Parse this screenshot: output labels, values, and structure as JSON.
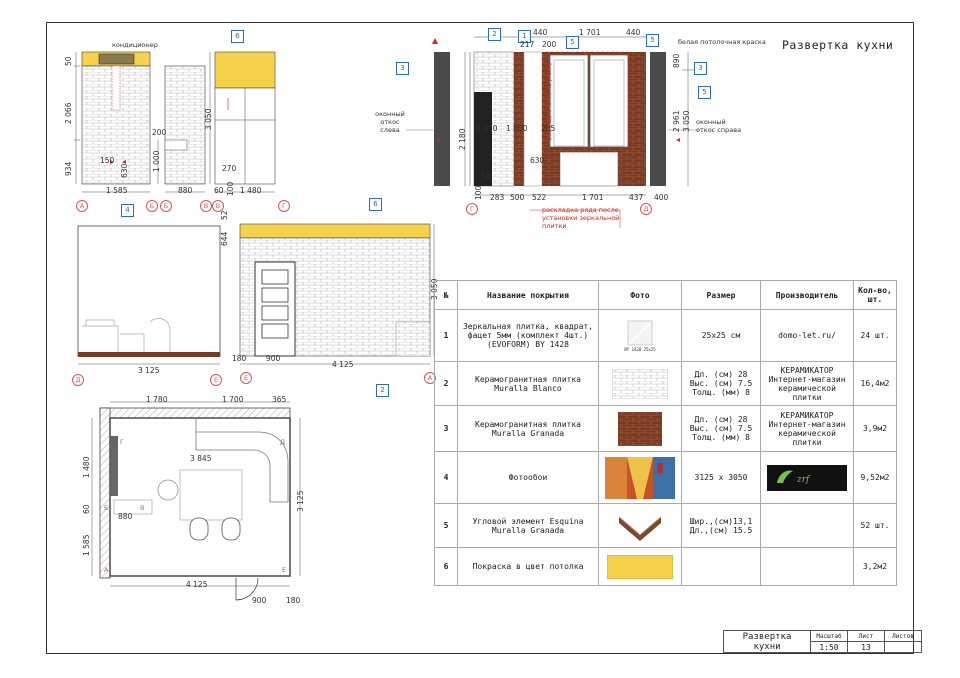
{
  "sheet": {
    "title": "Развертка кухни",
    "title_block": {
      "name": "Развертка кухни",
      "scale_label": "Масштаб",
      "sheet_label": "Лист",
      "sheets_label": "Листов",
      "scale": "1:50",
      "sheet_no": "13"
    }
  },
  "elevation_a_b": {
    "label_ac": "кондиционер",
    "tag": "6",
    "dims": [
      "50",
      "2 066",
      "934",
      "150",
      "630",
      "1 000",
      "200",
      "1 585",
      "880"
    ],
    "axes": [
      "А",
      "Б",
      "Б",
      "В"
    ]
  },
  "elevation_b_g": {
    "tag": "6",
    "dims": [
      "3 050",
      "270",
      "100",
      "60",
      "1 480"
    ],
    "axes": [
      "В",
      "Г"
    ]
  },
  "elevation_g_d": {
    "tags": [
      "2",
      "1",
      "3",
      "5",
      "5",
      "3",
      "5"
    ],
    "dims_top": [
      "440",
      "1 701",
      "440",
      "217",
      "200"
    ],
    "dims_left": [
      "2 180",
      "1 450",
      "1 000",
      "285",
      "50",
      "100"
    ],
    "dims_bottom": [
      "283",
      "500",
      "522",
      "1 701",
      "437",
      "400"
    ],
    "dims_right": [
      "890",
      "2 961",
      "3 050"
    ],
    "dim_630": "630",
    "label_left": "оконный откос слева",
    "label_right": "оконный откос справа",
    "label_ceiling": "белая потолочная краска",
    "note_mirror": "раскладка ряда после установки зеркальной плитки",
    "note_window": "раскладка ниже по уголку",
    "axes": [
      "Г",
      "Д"
    ]
  },
  "elevation_d_e": {
    "tag": "4",
    "dims": [
      "3 125"
    ],
    "axes": [
      "Д",
      "Е"
    ]
  },
  "elevation_e_a": {
    "tags": [
      "6",
      "2"
    ],
    "dims": [
      "52",
      "644",
      "3 050",
      "180",
      "900",
      "4 125"
    ],
    "axes": [
      "Е",
      "А"
    ]
  },
  "plan": {
    "dims_top": [
      "1 780",
      "1 700",
      "365"
    ],
    "dims": [
      "1 480",
      "60",
      "1 585",
      "880",
      "3 845",
      "3 125",
      "4 125",
      "900",
      "180"
    ],
    "corners": [
      "Г",
      "Д",
      "В",
      "Б",
      "А",
      "Е"
    ]
  },
  "spec_table": {
    "headers": [
      "№",
      "Название покрытия",
      "Фото",
      "Размер",
      "Производитель",
      "Кол-во, шт."
    ],
    "rows": [
      {
        "n": "1",
        "name": "Зеркальная плитка, квадрат, фацет 5мм (комплект 4шт.) (EVOFORM) BY 1428",
        "photo": "mirror-tile-photo",
        "photo_caption": "BY 1428 25х25",
        "size": "25х25 см",
        "maker": "domo-let.ru/",
        "qty": "24 шт."
      },
      {
        "n": "2",
        "name": "Керамогранитная плитка Muralla Blanco",
        "photo": "white-brick-photo",
        "size": "Дл. (см) 28 Выс. (см) 7.5 Толщ. (мм) 8",
        "maker": "КЕРАМИКАТОР Интернет-магазин керамической плитки",
        "qty": "16,4м2"
      },
      {
        "n": "3",
        "name": "Керамогранитная плитка Muralla Granada",
        "photo": "red-brick-photo",
        "size": "Дл. (см) 28 Выс. (см) 7.5 Толщ. (мм) 8",
        "maker": "КЕРАМИКАТОР Интернет-магазин керамической плитки",
        "qty": "3,9м2"
      },
      {
        "n": "4",
        "name": "Фотообои",
        "photo": "street-photo",
        "size": "3125 x 3050",
        "maker": "",
        "maker_logo": "photowall-logo",
        "qty": "9,52м2"
      },
      {
        "n": "5",
        "name": "Угловой элемент Esquina Muralla Granada",
        "photo": "corner-brick-photo",
        "size": "Шир.,(см)13,1 Дл.,(см) 15.5",
        "maker": "",
        "qty": "52 шт."
      },
      {
        "n": "6",
        "name": "Покраска в цвет потолка",
        "photo": "yellow-swatch",
        "size": "",
        "maker": "",
        "qty": "3,2м2"
      }
    ]
  },
  "colors": {
    "ceiling_yellow": "#f6d24a",
    "brick_red": "#7a3a22",
    "dim_red": "#d22222",
    "tag_blue": "#2a6ebc",
    "wall_grey": "#4a4a4a"
  }
}
